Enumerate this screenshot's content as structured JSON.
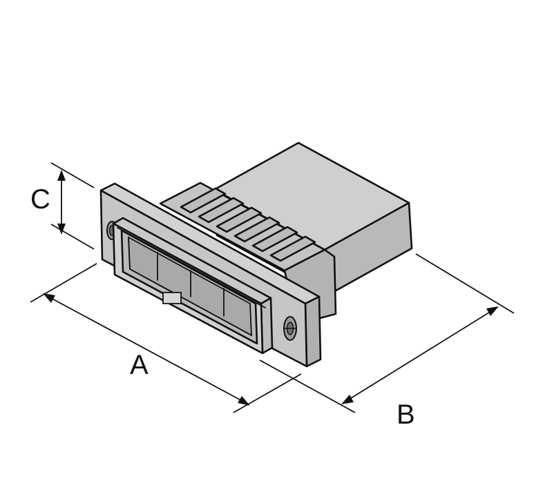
{
  "diagram": {
    "labels": {
      "a": "A",
      "b": "B",
      "c": "C"
    },
    "colors": {
      "body_light": "#c8c8c8",
      "body_mid": "#b8b8b8",
      "body_dark": "#a8a8a8",
      "outline": "#111111"
    }
  }
}
